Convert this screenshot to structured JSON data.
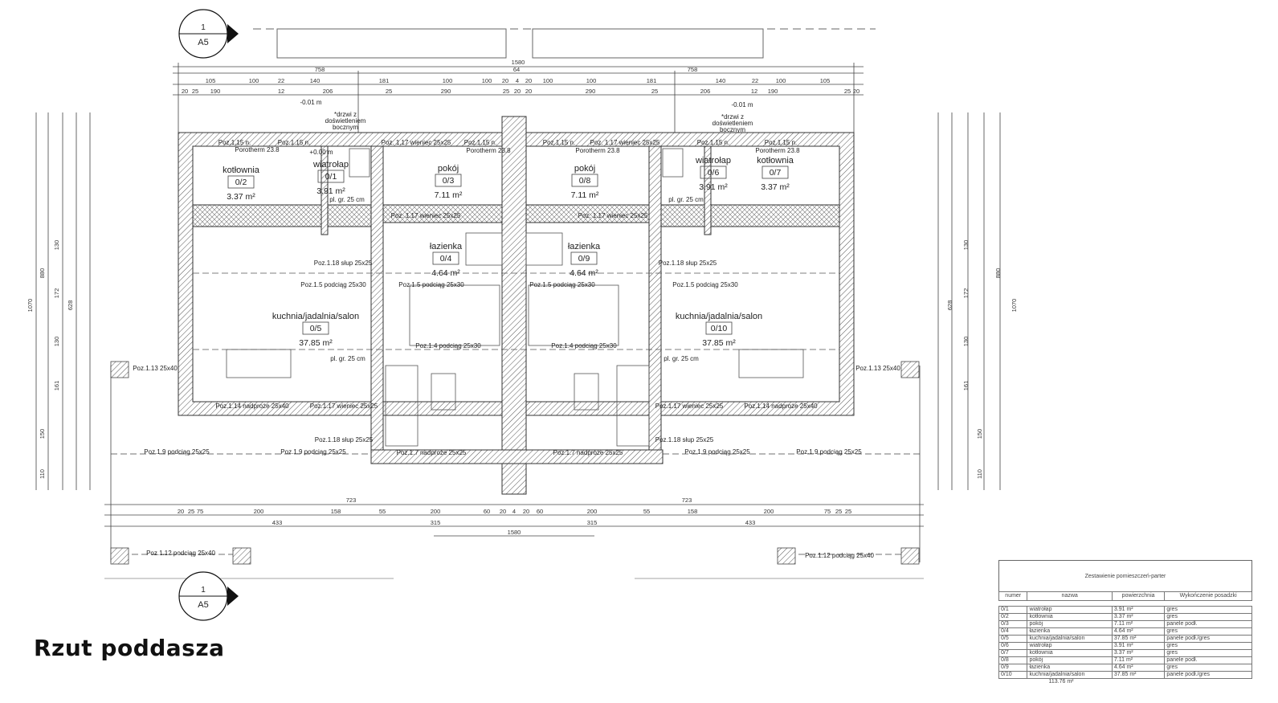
{
  "title": "Rzut poddasza",
  "section_marker": {
    "number": "1",
    "sheet": "A5"
  },
  "rooms": [
    {
      "num": "0/1",
      "name": "wiatrołap",
      "area": "3.91 m²"
    },
    {
      "num": "0/2",
      "name": "kotłownia",
      "area": "3.37 m²"
    },
    {
      "num": "0/3",
      "name": "pokój",
      "area": "7.11 m²"
    },
    {
      "num": "0/4",
      "name": "łazienka",
      "area": "4.64 m²"
    },
    {
      "num": "0/5",
      "name": "kuchnia/jadalnia/salon",
      "area": "37.85 m²"
    },
    {
      "num": "0/6",
      "name": "wiatrołap",
      "area": "3.91 m²"
    },
    {
      "num": "0/7",
      "name": "kotłownia",
      "area": "3.37 m²"
    },
    {
      "num": "0/8",
      "name": "pokój",
      "area": "7.11 m²"
    },
    {
      "num": "0/9",
      "name": "łazienka",
      "area": "4.64 m²"
    },
    {
      "num": "0/10",
      "name": "kuchnia/jadalnia/salon",
      "area": "37.85 m²"
    }
  ],
  "dims_top": {
    "overall": "1580",
    "halves": [
      "758",
      "64",
      "758"
    ],
    "row1": [
      "105",
      "100",
      "22",
      "140",
      "181",
      "100",
      "100",
      "20",
      "4",
      "20",
      "100",
      "100",
      "181",
      "140",
      "22",
      "100",
      "105"
    ],
    "row2": [
      "20",
      "25",
      "190",
      "12",
      "206",
      "25",
      "290",
      "25",
      "20",
      "20",
      "290",
      "25",
      "206",
      "12",
      "190",
      "25",
      "20"
    ]
  },
  "dims_bottom": {
    "row0": [
      "723",
      "723"
    ],
    "row1": [
      "20",
      "25",
      "75",
      "200",
      "158",
      "55",
      "200",
      "60",
      "20",
      "4",
      "20",
      "60",
      "200",
      "55",
      "158",
      "200",
      "75",
      "25",
      "25"
    ],
    "row2": [
      "433",
      "315",
      "315",
      "433"
    ],
    "overall": "1580"
  },
  "dims_side": {
    "left": [
      "1070",
      "880",
      "130",
      "172",
      "628",
      "130",
      "161",
      "150",
      "110"
    ],
    "right": [
      "1070",
      "880",
      "130",
      "172",
      "628",
      "130",
      "161",
      "150",
      "110"
    ]
  },
  "annotations": [
    "-0.01 m",
    "-0.01 m",
    "+0.00 m",
    "*drzwi z",
    "doświetleniem",
    "bocznym",
    "*drzwi z",
    "doświetleniem",
    "bocznym",
    "Poz. 1.17 wieniec 25x25",
    "Poz. 1.17 wieniec 25x25",
    "Poz. 1.17 wieniec 25x25",
    "Poz. 1.17 wieniec 25x25",
    "Poz.1.5 podciąg 25x30",
    "Poz.1.5 podciąg 25x30",
    "Poz.1.5 podciąg 25x30",
    "Poz.1.5 podciąg 25x30",
    "Poz.1.4 podciąg 25x30",
    "Poz.1.4 podciąg 25x30",
    "Poz.1.14 nadproże 25x40",
    "Poz.1.17 wieniec 25x25",
    "Poz.1.17 wieniec 25x25",
    "Poz.1.14 nadproże 25x40",
    "Poz.1.9 podciąg 25x25",
    "Poz.1.9 podciąg 25x25",
    "Poz.1.9 podciąg 25x25",
    "Poz.1.9 podciąg 25x25",
    "Poz.1.7 nadproże 25x25",
    "Poz.1.7 nadproże 25x25",
    "Poz.1.18 słup 25x25",
    "Poz.1.18 słup 25x25",
    "Poz.1.18 słup 25x25",
    "Poz.1.18 słup 25x25",
    "Poz.1.13 25x40",
    "Poz.1.13 25x40",
    "Poz.1.12 podciąg 25x40",
    "Poz.1.12 podciąg 25x40",
    "pl. gr. 25 cm",
    "pl. gr. 25 cm",
    "pl. gr. 25 cm",
    "pl. gr. 25 cm",
    "Porotherm 23.8",
    "Porotherm 23.8",
    "Porotherm 23.8",
    "Porotherm 23.8",
    "Poz.1.15 n.",
    "Poz.1.15 n.",
    "Poz.1.15 n.",
    "Poz.1.15 n.",
    "Poz.1.15 n.",
    "Poz.1.15 n."
  ],
  "schedule": {
    "caption": "Zestawienie pomieszczeń-parter",
    "headers": [
      "numer",
      "nazwa",
      "powierzchnia",
      "Wykończenie posadzki"
    ],
    "rows": [
      [
        "0/1",
        "wiatrołap",
        "3.91 m²",
        "gres"
      ],
      [
        "0/2",
        "kotłownia",
        "3.37 m²",
        "gres"
      ],
      [
        "0/3",
        "pokój",
        "7.11 m²",
        "panele podł."
      ],
      [
        "0/4",
        "łazienka",
        "4.64 m²",
        "gres"
      ],
      [
        "0/5",
        "kuchnia/jadalnia/salon",
        "37.85 m²",
        "panele podł./gres"
      ],
      [
        "0/6",
        "wiatrołap",
        "3.91 m²",
        "gres"
      ],
      [
        "0/7",
        "kotłownia",
        "3.37 m²",
        "gres"
      ],
      [
        "0/8",
        "pokój",
        "7.11 m²",
        "panele podł."
      ],
      [
        "0/9",
        "łazienka",
        "4.64 m²",
        "gres"
      ],
      [
        "0/10",
        "kuchnia/jadalnia/salon",
        "37.85 m²",
        "panele podł./gres"
      ]
    ],
    "total": "113.76 m²"
  }
}
